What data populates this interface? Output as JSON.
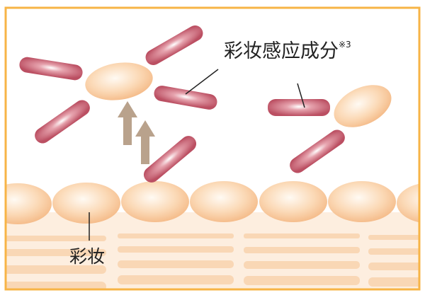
{
  "labels": {
    "ingredient": "彩妆感应成分",
    "ingredient_note": "※3",
    "makeup": "彩妆"
  },
  "colors": {
    "border": "#f7b446",
    "cell": "#f8c89a",
    "rod": "#c0596a",
    "arrow": "#b9a28c",
    "skin": "#fdeedf",
    "stripe": "#f9d7b5"
  }
}
